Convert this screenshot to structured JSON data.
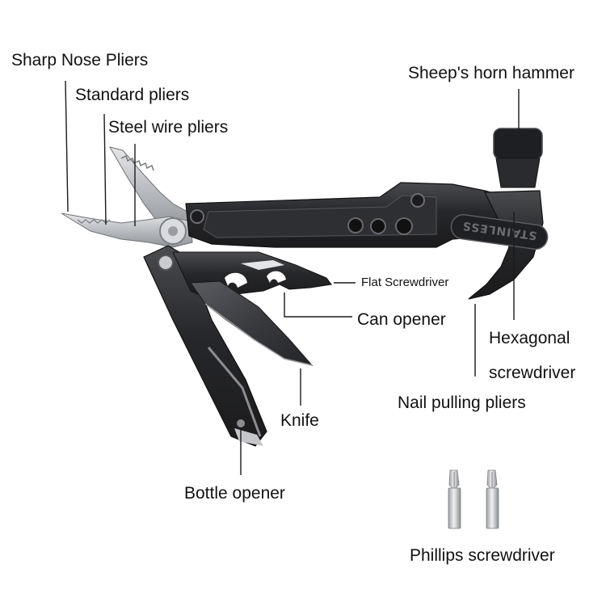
{
  "labels": {
    "sharp_nose_pliers": "Sharp Nose Pliers",
    "standard_pliers": "Standard pliers",
    "steel_wire_pliers": "Steel wire pliers",
    "sheeps_horn_hammer": "Sheep's horn hammer",
    "flat_screwdriver": "Flat Screwdriver",
    "can_opener": "Can opener",
    "hexagonal_line1": "Hexagonal",
    "hexagonal_line2": "screwdriver",
    "nail_pulling_pliers": "Nail pulling pliers",
    "knife": "Knife",
    "bottle_opener": "Bottle opener",
    "phillips_screwdriver": "Phillips screwdriver"
  },
  "tool": {
    "stamp": "STAINLESS"
  },
  "colors": {
    "handle": "#2a2a2c",
    "handle_edge": "#4a4a4e",
    "steel": "#c9cbce",
    "steel_dark": "#8e9196",
    "blade": "#3a3b3f",
    "leader": "#1a1a1a"
  }
}
